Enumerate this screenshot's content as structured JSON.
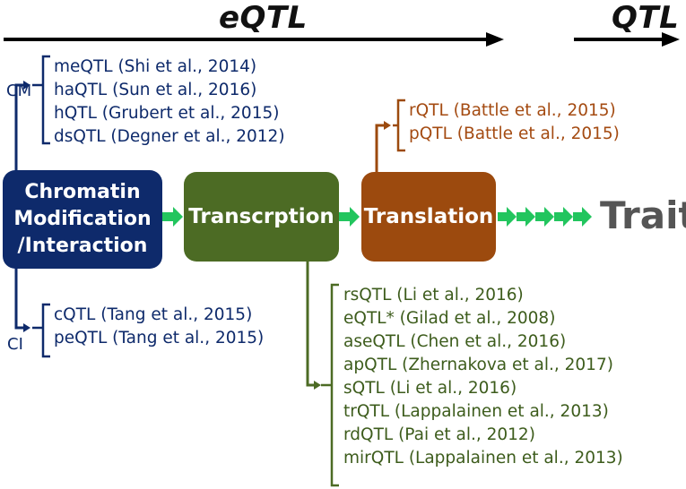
{
  "header": {
    "eqtl_label": "eQTL",
    "qtl_label": "QTL"
  },
  "boxes": {
    "chromatin": {
      "line1": "Chromatin",
      "line2": "Modification",
      "line3": "/Interaction",
      "color": "#0e2a6b"
    },
    "transcription": {
      "label": "Transcrption",
      "color": "#4c6b24"
    },
    "translation": {
      "label": "Translation",
      "color": "#9c4a0e"
    }
  },
  "trait_label": "Trait",
  "cm_group": {
    "label": "CM",
    "items": [
      "meQTL (Shi et al., 2014)",
      "haQTL (Sun et al., 2016)",
      "hQTL (Grubert et al., 2015)",
      "dsQTL (Degner et al., 2012)"
    ]
  },
  "ci_group": {
    "label": "CI",
    "items": [
      "cQTL (Tang et al., 2015)",
      "peQTL (Tang et al., 2015)"
    ]
  },
  "translation_group": {
    "items": [
      "rQTL (Battle et al., 2015)",
      "pQTL (Battle et al., 2015)"
    ]
  },
  "transcription_group": {
    "items": [
      "rsQTL (Li et al., 2016)",
      "eQTL* (Gilad et al., 2008)",
      "aseQTL (Chen et al., 2016)",
      "apQTL (Zhernakova et al., 2017)",
      "sQTL (Li et al., 2016)",
      "trQTL (Lappalainen et al., 2013)",
      "rdQTL (Pai et al., 2012)",
      "mirQTL (Lappalainen et al., 2013)"
    ]
  },
  "colors": {
    "navy": "#0e2a6b",
    "olive": "#4c6b24",
    "brown": "#9c4a0e",
    "arrow_green": "#22c55e",
    "trait_gray": "#555555"
  }
}
